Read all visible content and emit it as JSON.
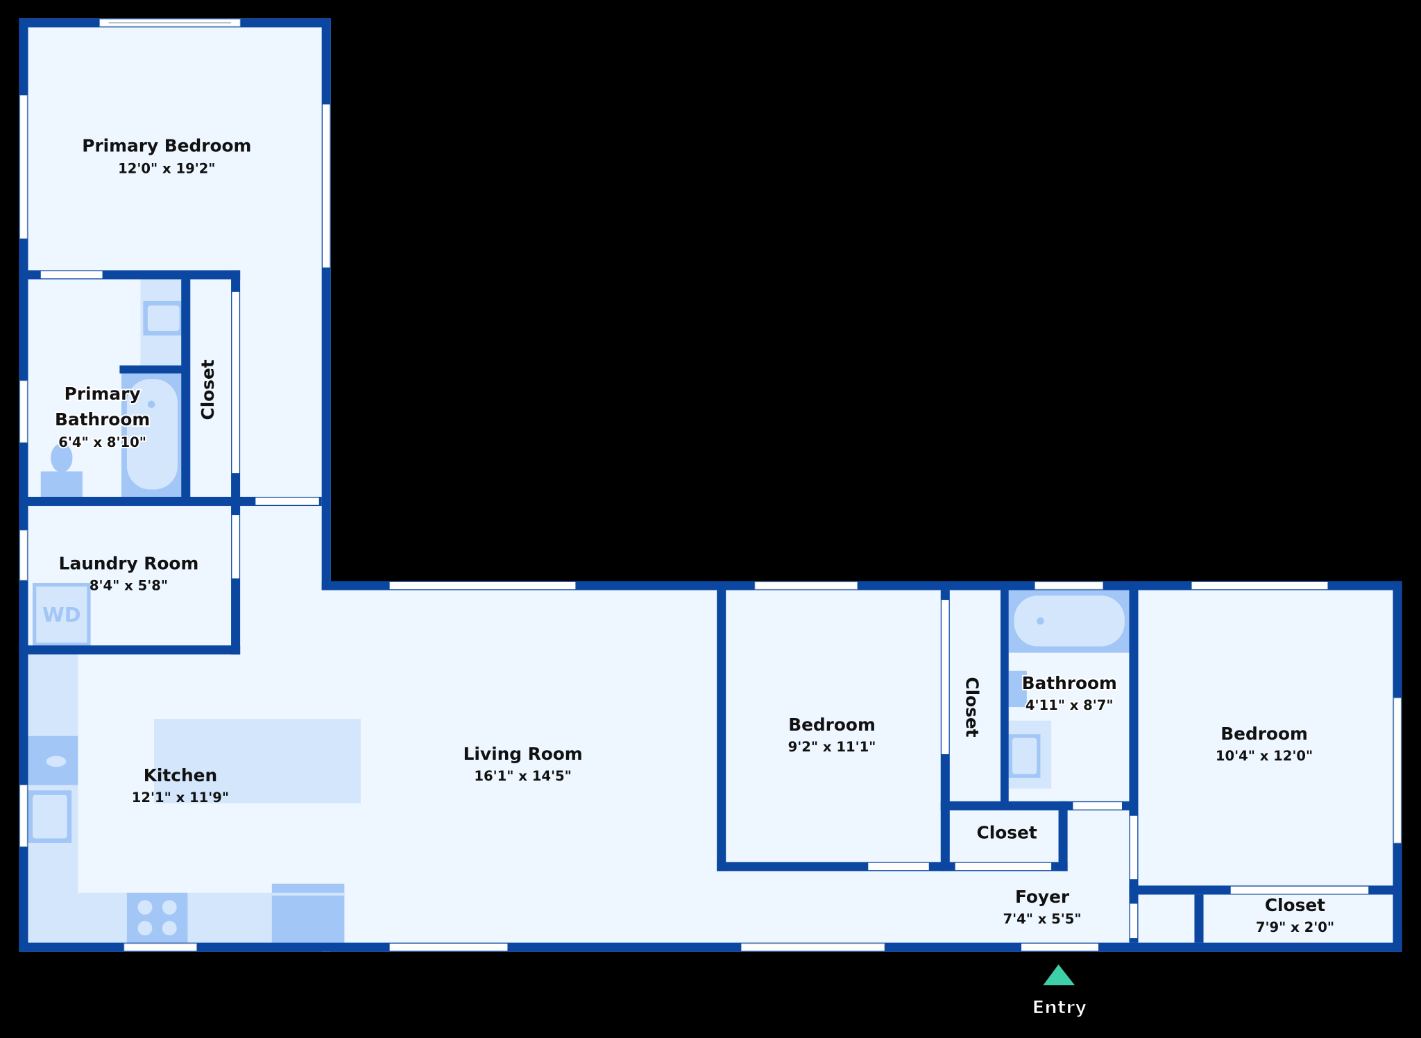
{
  "rooms": {
    "primary_bedroom": {
      "name": "Primary Bedroom",
      "dims": "12'0\" x 19'2\""
    },
    "primary_bathroom": {
      "name_line1": "Primary",
      "name_line2": "Bathroom",
      "dims": "6'4\" x 8'10\""
    },
    "closet_primary": {
      "name": "Closet"
    },
    "laundry": {
      "name": "Laundry Room",
      "dims": "8'4\" x 5'8\"",
      "appliance": "WD"
    },
    "kitchen": {
      "name": "Kitchen",
      "dims": "12'1\" x 11'9\""
    },
    "living": {
      "name": "Living Room",
      "dims": "16'1\" x 14'5\""
    },
    "bedroom_2": {
      "name": "Bedroom",
      "dims": "9'2\" x 11'1\""
    },
    "closet_hall_vertical": {
      "name": "Closet"
    },
    "bathroom": {
      "name": "Bathroom",
      "dims": "4'11\" x 8'7\""
    },
    "closet_foyer": {
      "name": "Closet"
    },
    "foyer": {
      "name": "Foyer",
      "dims": "7'4\" x 5'5\""
    },
    "bedroom_3": {
      "name": "Bedroom",
      "dims": "10'4\" x 12'0\""
    },
    "closet_bedroom_3": {
      "name": "Closet",
      "dims": "7'9\" x 2'0\""
    }
  },
  "entry": {
    "label": "Entry",
    "color": "#3ecfa8"
  },
  "colors": {
    "wall": "#0b47a0",
    "floor": "#eef6ff",
    "fixture": "#a2c6f6"
  }
}
